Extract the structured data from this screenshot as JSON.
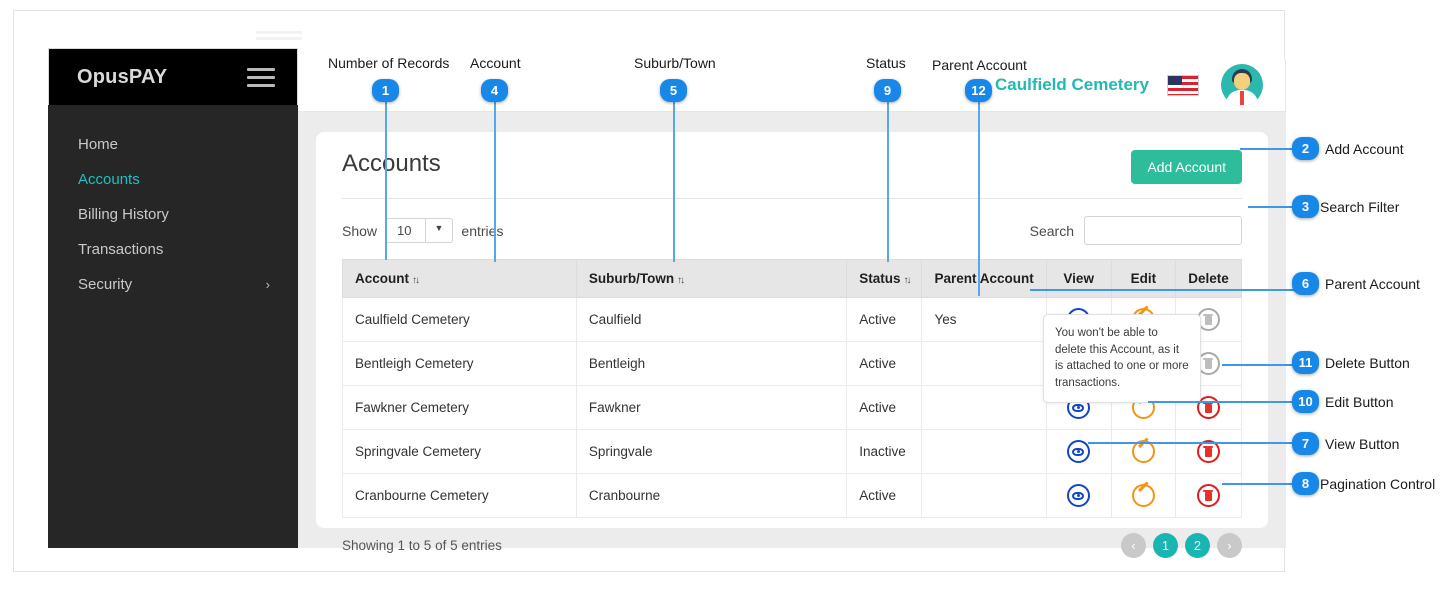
{
  "app": {
    "brand": "OpusPAY",
    "menu_icon": "hamburger-icon"
  },
  "sidebar": {
    "items": [
      {
        "label": "Home",
        "active": false,
        "chevron": ""
      },
      {
        "label": "Accounts",
        "active": true,
        "chevron": ""
      },
      {
        "label": "Billing History",
        "active": false,
        "chevron": ""
      },
      {
        "label": "Transactions",
        "active": false,
        "chevron": ""
      },
      {
        "label": "Security",
        "active": false,
        "chevron": "›"
      }
    ]
  },
  "topbar": {
    "account_name": "Caulfield Cemetery",
    "flag": "us-flag-icon",
    "avatar": "user-avatar-icon"
  },
  "page": {
    "title": "Accounts",
    "add_button": "Add Account"
  },
  "controls": {
    "show_label": "Show",
    "entries_label": "entries",
    "page_length": "10",
    "search_label": "Search",
    "search_value": "",
    "search_placeholder": ""
  },
  "table": {
    "columns": [
      {
        "label": "Account",
        "sortable": true
      },
      {
        "label": "Suburb/Town",
        "sortable": true
      },
      {
        "label": "Status",
        "sortable": true
      },
      {
        "label": "Parent Account",
        "sortable": false
      },
      {
        "label": "View",
        "sortable": false
      },
      {
        "label": "Edit",
        "sortable": false
      },
      {
        "label": "Delete",
        "sortable": false
      }
    ],
    "sort_icon": "↑↓",
    "rows": [
      {
        "account": "Caulfield Cemetery",
        "suburb": "Caulfield",
        "status": "Active",
        "parent": "Yes",
        "delete_enabled": false
      },
      {
        "account": "Bentleigh Cemetery",
        "suburb": "Bentleigh",
        "status": "Active",
        "parent": "",
        "delete_enabled": false
      },
      {
        "account": "Fawkner Cemetery",
        "suburb": "Fawkner",
        "status": "Active",
        "parent": "",
        "delete_enabled": true
      },
      {
        "account": "Springvale Cemetery",
        "suburb": "Springvale",
        "status": "Inactive",
        "parent": "",
        "delete_enabled": true
      },
      {
        "account": "Cranbourne Cemetery",
        "suburb": "Cranbourne",
        "status": "Active",
        "parent": "",
        "delete_enabled": true
      }
    ]
  },
  "tooltip": {
    "text": "You won't be able to delete this Account, as it is attached to one or more transactions."
  },
  "footer": {
    "info": "Showing 1 to 5 of 5 entries",
    "prev": "‹",
    "next": "›",
    "pages": [
      "1",
      "2"
    ]
  },
  "annotations": {
    "top": [
      {
        "num": "1",
        "label": "Number of Records"
      },
      {
        "num": "4",
        "label": "Account"
      },
      {
        "num": "5",
        "label": "Suburb/Town"
      },
      {
        "num": "9",
        "label": "Status"
      },
      {
        "num": "12",
        "label": "Parent Account"
      }
    ],
    "right": [
      {
        "num": "2",
        "label": "Add Account"
      },
      {
        "num": "3",
        "label": "Search Filter"
      },
      {
        "num": "6",
        "label": "Parent Account"
      },
      {
        "num": "11",
        "label": "Delete Button"
      },
      {
        "num": "10",
        "label": "Edit Button"
      },
      {
        "num": "7",
        "label": "View Button"
      },
      {
        "num": "8",
        "label": "Pagination Control"
      }
    ]
  },
  "colors": {
    "brand_teal": "#22b9b4",
    "add_button": "#2ebd9a",
    "accent_blue": "#1787e8",
    "sidebar_bg": "#262626",
    "view_icon": "#1246c8",
    "edit_icon": "#f59412",
    "delete_icon": "#e01b1b"
  }
}
